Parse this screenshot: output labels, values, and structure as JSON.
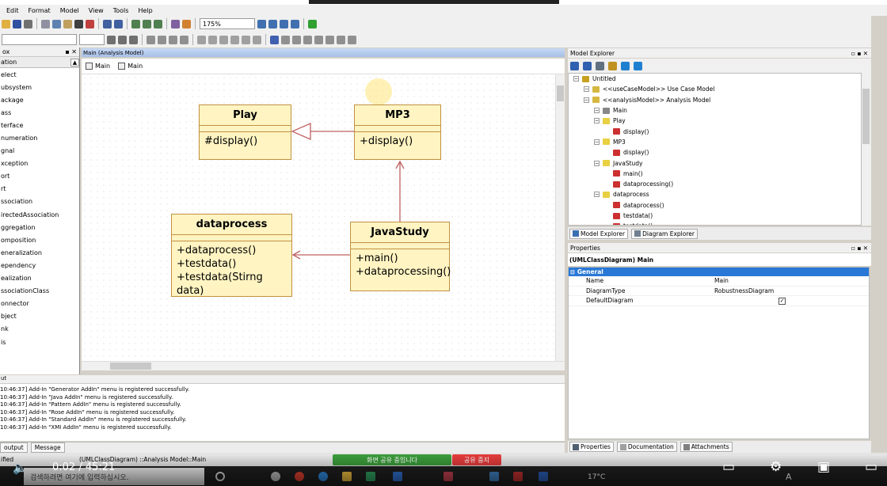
{
  "menu": [
    "Edit",
    "Format",
    "Model",
    "View",
    "Tools",
    "Help"
  ],
  "toolbar": {
    "zoom": "175%"
  },
  "toolbox": {
    "header": "ox",
    "category": "ation",
    "items": [
      "elect",
      "ubsystem",
      "ackage",
      "ass",
      "terface",
      "numeration",
      "gnal",
      "xception",
      "ort",
      "rt",
      "ssociation",
      "irectedAssociation",
      "ggregation",
      "omposition",
      "eneralization",
      "ependency",
      "ealization",
      "ssociationClass",
      "onnector",
      "bject",
      "nk",
      "is"
    ]
  },
  "diagram": {
    "title": "Main (Analysis Model)",
    "tab1": "Main",
    "tab2": "Main",
    "classes": {
      "play": {
        "name": "Play",
        "ops": [
          "#display()"
        ]
      },
      "mp3": {
        "name": "MP3",
        "ops": [
          "+display()"
        ]
      },
      "dataprocess": {
        "name": "dataprocess",
        "ops": [
          "+dataprocess()",
          "+testdata()",
          "+testdata(Stirng data)"
        ]
      },
      "javastudy": {
        "name": "JavaStudy",
        "ops": [
          "+main()",
          "+dataprocessing()"
        ]
      }
    }
  },
  "output": {
    "header": "ut",
    "lines": [
      "10:46:37]  Add-In \"Generator AddIn\" menu is registered successfully.",
      "10:46:37]  Add-In \"Java AddIn\" menu is registered successfully.",
      "10:46:37]  Add-In \"Pattern AddIn\" menu is registered successfully.",
      "10:46:37]  Add-In \"Rose AddIn\" menu is registered successfully.",
      "10:46:37]  Add-In \"Standard AddIn\" menu is registered successfully.",
      "10:46:37]  Add-In \"XMI AddIn\" menu is registered successfully."
    ],
    "tab_output": "output",
    "tab_message": "Message"
  },
  "model_explorer": {
    "title": "Model Explorer",
    "tree": [
      {
        "label": "Untitled",
        "level": 0,
        "icon": "#c8a020"
      },
      {
        "label": "<<useCaseModel>> Use Case Model",
        "level": 1,
        "icon": "#d6b840"
      },
      {
        "label": "<<analysisModel>> Analysis Model",
        "level": 1,
        "icon": "#d6b840"
      },
      {
        "label": "Main",
        "level": 2,
        "icon": "#888888"
      },
      {
        "label": "Play",
        "level": 2,
        "icon": "#e8d040"
      },
      {
        "label": "display()",
        "level": 3,
        "icon": "#cc3030"
      },
      {
        "label": "MP3",
        "level": 2,
        "icon": "#e8d040"
      },
      {
        "label": "display()",
        "level": 3,
        "icon": "#cc3030"
      },
      {
        "label": "JavaStudy",
        "level": 2,
        "icon": "#e8d040"
      },
      {
        "label": "main()",
        "level": 3,
        "icon": "#cc3030"
      },
      {
        "label": "dataprocessing()",
        "level": 3,
        "icon": "#cc3030"
      },
      {
        "label": "dataprocess",
        "level": 2,
        "icon": "#e8d040"
      },
      {
        "label": "dataprocess()",
        "level": 3,
        "icon": "#cc3030"
      },
      {
        "label": "testdata()",
        "level": 3,
        "icon": "#cc3030"
      },
      {
        "label": "testdata()",
        "level": 3,
        "icon": "#cc3030"
      }
    ],
    "tab_explorer": "Model Explorer",
    "tab_diagram": "Diagram Explorer"
  },
  "properties": {
    "title": "Properties",
    "element": "(UMLClassDiagram) Main",
    "category": "General",
    "rows": [
      {
        "key": "Name",
        "value": "Main"
      },
      {
        "key": "DiagramType",
        "value": "RobustnessDiagram"
      },
      {
        "key": "DefaultDiagram",
        "value": ""
      }
    ],
    "tab_properties": "Properties",
    "tab_documentation": "Documentation",
    "tab_attachments": "Attachments"
  },
  "status": {
    "left": "ified",
    "path": "(UMLClassDiagram) ::Analysis Model::Main",
    "share": "화면 공유 중입니다",
    "stop": "공유 중지"
  },
  "taskbar": {
    "search_placeholder": "검색하려면 여기에 입력하십시오.",
    "weather": "17°C",
    "lang": "A"
  },
  "video": {
    "time": "0:02 / 45:21"
  },
  "colors": {
    "class_fill": "#fff4c2",
    "class_border": "#c09040",
    "connector": "#c06060",
    "selection": "#2a78d6",
    "share_green": "#3a9a3a",
    "stop_red": "#e23b3b"
  }
}
